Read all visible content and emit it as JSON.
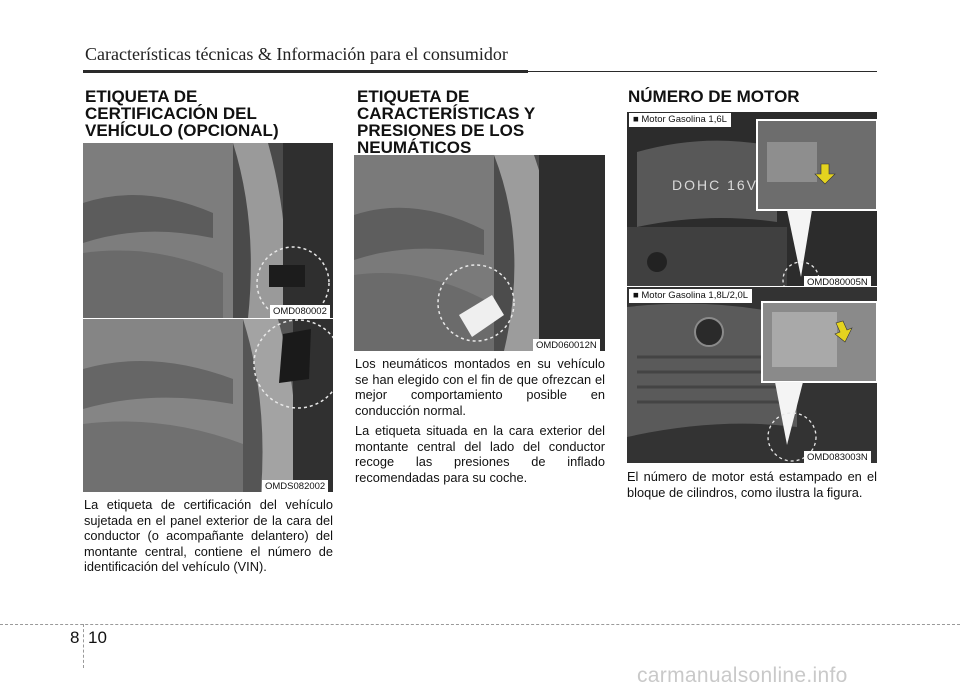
{
  "header": {
    "title": "Características técnicas & Información para el consumidor"
  },
  "col1": {
    "heading": "ETIQUETA DE\nCERTIFICACIÓN DEL\nVEHÍCULO (OPCIONAL)",
    "photo1_code": "OMD080002",
    "photo2_code": "OMDS082002",
    "text": "La etiqueta de certificación del vehículo sujetada en el panel exterior de la cara del conductor (o acompañante delantero) del montante central, contiene el número de identificación del vehículo (VIN)."
  },
  "col2": {
    "heading": "ETIQUETA DE\nCARACTERÍSTICAS Y\nPRESIONES DE LOS\nNEUMÁTICOS",
    "photo_code": "OMD060012N",
    "text1": "Los neumáticos montados en su vehículo se han elegido con el fin de que ofrezcan el mejor comportamiento posible en conducción normal.",
    "text2": "La etiqueta situada en la cara exterior del montante central del lado del conductor recoge las presiones de inflado recomendadas para su coche."
  },
  "col3": {
    "heading": "NÚMERO DE MOTOR",
    "photo1_tag": "■ Motor Gasolina 1,6L",
    "photo1_code": "OMD080005N",
    "photo1_engine_text": "DOHC 16V",
    "photo2_tag": "■ Motor Gasolina 1,8L/2,0L",
    "photo2_code": "OMD083003N",
    "text": "El número de motor está estampado en el bloque de cilindros, como ilustra la figura."
  },
  "footer": {
    "chapter": "8",
    "page": "10",
    "watermark": "carmanualsonline.info"
  }
}
